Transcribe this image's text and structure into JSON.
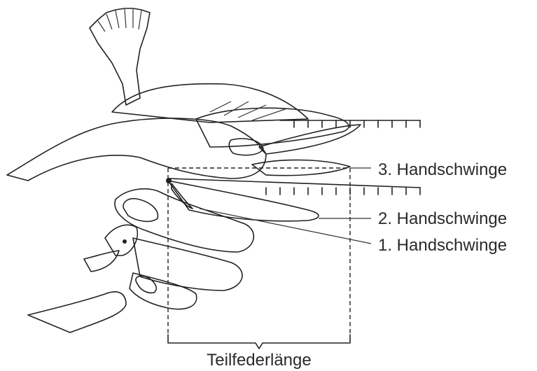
{
  "labels": {
    "third_primary": "3. Handschwinge",
    "second_primary": "2. Handschwinge",
    "first_primary": "1. Handschwinge",
    "partial_feather_length": "Teilfederlänge"
  }
}
